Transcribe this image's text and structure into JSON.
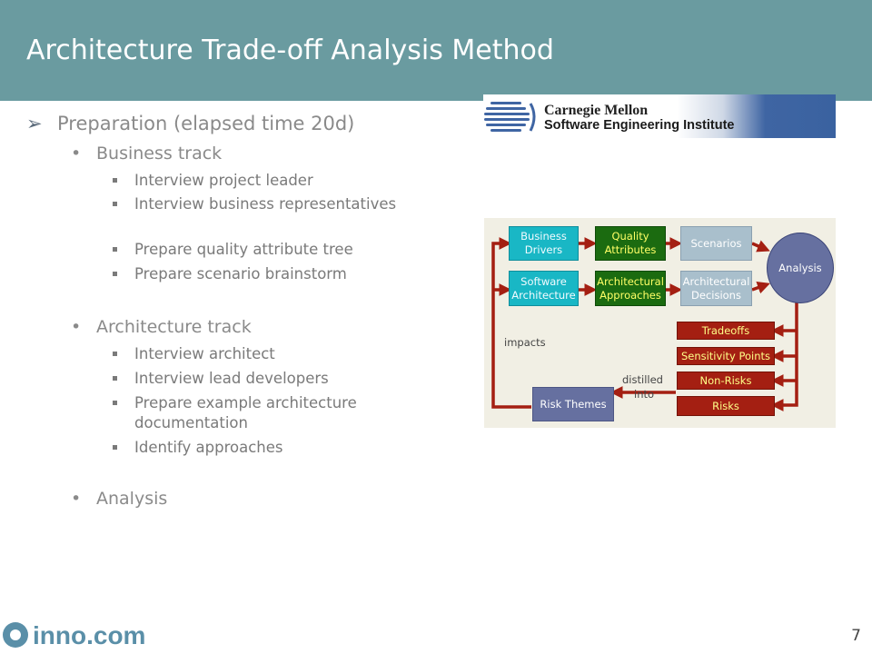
{
  "slide": {
    "title": "Architecture Trade-off Analysis Method",
    "page_number": "7",
    "footer_logo": "inno.com"
  },
  "bullets": {
    "level1": {
      "mark": "➢",
      "text": "Preparation (elapsed time 20d)"
    },
    "business_track": {
      "label": "Business track",
      "items": [
        "Interview project leader",
        "Interview business representatives",
        "Prepare quality attribute tree",
        "Prepare scenario brainstorm"
      ]
    },
    "architecture_track": {
      "label": "Architecture track",
      "items": [
        "Interview architect",
        "Interview lead developers",
        "Prepare example architecture documentation",
        "Identify approaches"
      ]
    },
    "analysis": {
      "label": "Analysis"
    },
    "l2_mark": "•"
  },
  "logo": {
    "line1": "Carnegie Mellon",
    "line2": "Software Engineering Institute"
  },
  "diagram": {
    "business_drivers": "Business Drivers",
    "quality_attributes": "Quality Attributes",
    "scenarios": "Scenarios",
    "software_architecture": "Software Architecture",
    "architectural_approaches": "Architectural Approaches",
    "architectural_decisions": "Architectural Decisions",
    "analysis": "Analysis",
    "tradeoffs": "Tradeoffs",
    "sensitivity_points": "Sensitivity Points",
    "non_risks": "Non-Risks",
    "risks": "Risks",
    "risk_themes": "Risk Themes",
    "impacts": "impacts",
    "distilled": "distilled",
    "into": "into"
  },
  "colors": {
    "title_bar": "#6a9ba0",
    "arrow_red": "#a41f12",
    "cyan_box": "#19b7c5",
    "green_box": "#1b6b10"
  }
}
